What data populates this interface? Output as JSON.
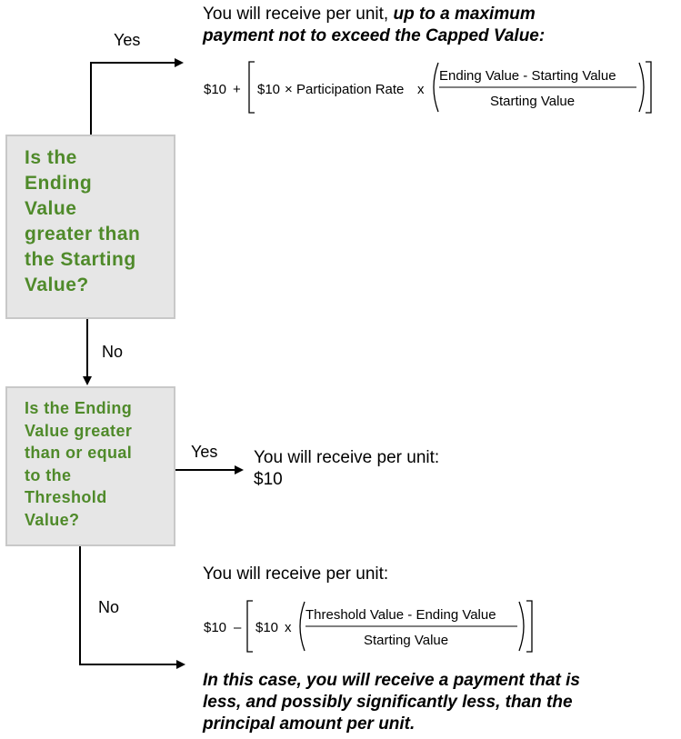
{
  "decision_1": {
    "question": "Is the Ending Value greater than the Starting Value?",
    "lines": [
      "Is the",
      "Ending",
      "Value",
      "greater than",
      "the Starting",
      "Value?"
    ],
    "yes_label": "Yes",
    "no_label": "No"
  },
  "outcome_yes_1": {
    "intro": "You will receive per unit, ",
    "emphasis_line1": "up to a maximum",
    "emphasis_line2": "payment not to exceed the Capped Value:",
    "formula": {
      "base": "$10",
      "plus": "+",
      "inner_base": "$10",
      "times": "×",
      "participation": "Participation Rate",
      "x": "x",
      "numerator": "Ending Value  - Starting Value",
      "denominator": "Starting Value"
    }
  },
  "decision_2": {
    "question": "Is the Ending Value greater than or equal to the Threshold Value?",
    "lines": [
      "Is the Ending",
      "Value greater",
      "than or equal",
      "to the",
      "Threshold",
      "Value?"
    ],
    "yes_label": "Yes",
    "no_label": "No"
  },
  "outcome_yes_2": {
    "line1": "You will receive per unit:",
    "line2": "$10"
  },
  "outcome_no_2": {
    "intro": "You will receive per unit:",
    "formula": {
      "base": "$10",
      "minus": "–",
      "inner_base": "$10",
      "x": "x",
      "numerator": "Threshold  Value  - Ending Value",
      "denominator": "Starting Value"
    },
    "note_lines": [
      "In this case, you will receive a payment that is",
      "less, and possibly significantly less, than the",
      "principal amount per unit."
    ]
  }
}
